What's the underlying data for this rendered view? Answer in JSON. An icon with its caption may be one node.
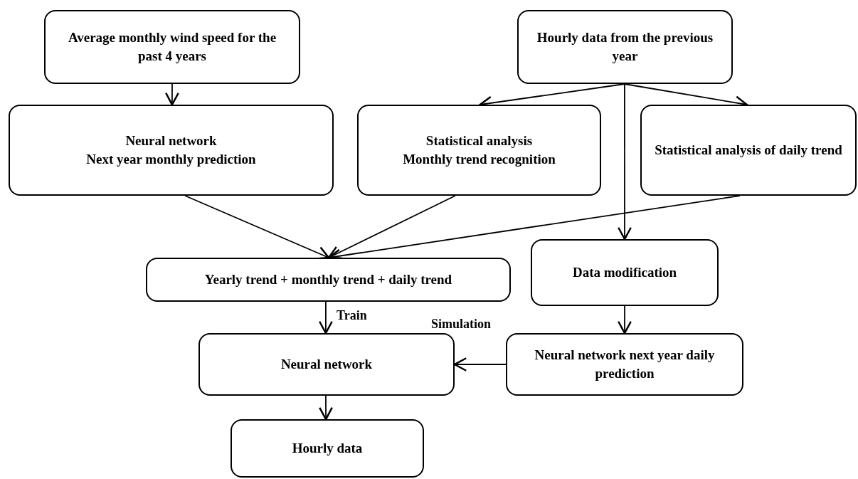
{
  "diagram": {
    "nodes": [
      {
        "text": [
          "Average monthly wind speed for the past 4 years"
        ]
      },
      {
        "text": [
          "Hourly data from the previous year"
        ]
      },
      {
        "text": [
          "Neural network",
          "Next year monthly prediction"
        ]
      },
      {
        "text": [
          "Statistical analysis",
          "Monthly trend recognition"
        ]
      },
      {
        "text": [
          "Statistical analysis of daily trend"
        ]
      },
      {
        "text": [
          "Yearly trend + monthly trend + daily trend"
        ]
      },
      {
        "text": [
          "Data modification"
        ]
      },
      {
        "text": [
          "Neural network"
        ]
      },
      {
        "text": [
          "Neural network next year daily prediction"
        ]
      },
      {
        "text": [
          "Hourly data"
        ]
      }
    ],
    "edges": [
      {
        "from": 0,
        "to": 2,
        "arrow": "to"
      },
      {
        "from": 1,
        "to": 3,
        "arrow": "to"
      },
      {
        "from": 1,
        "to": 4,
        "arrow": "to"
      },
      {
        "from": 1,
        "to": 6,
        "arrow": "to"
      },
      {
        "from": 2,
        "to": 5,
        "arrow": "to"
      },
      {
        "from": 3,
        "to": 5,
        "arrow": "to"
      },
      {
        "from": 4,
        "to": 5,
        "arrow": "to"
      },
      {
        "from": 5,
        "to": 7,
        "label": "Train",
        "arrow": "to"
      },
      {
        "from": 6,
        "to": 8,
        "arrow": "to"
      },
      {
        "from": 8,
        "to": 7,
        "label": "Simulation",
        "arrow": "to"
      },
      {
        "from": 7,
        "to": 9,
        "arrow": "to"
      }
    ]
  }
}
